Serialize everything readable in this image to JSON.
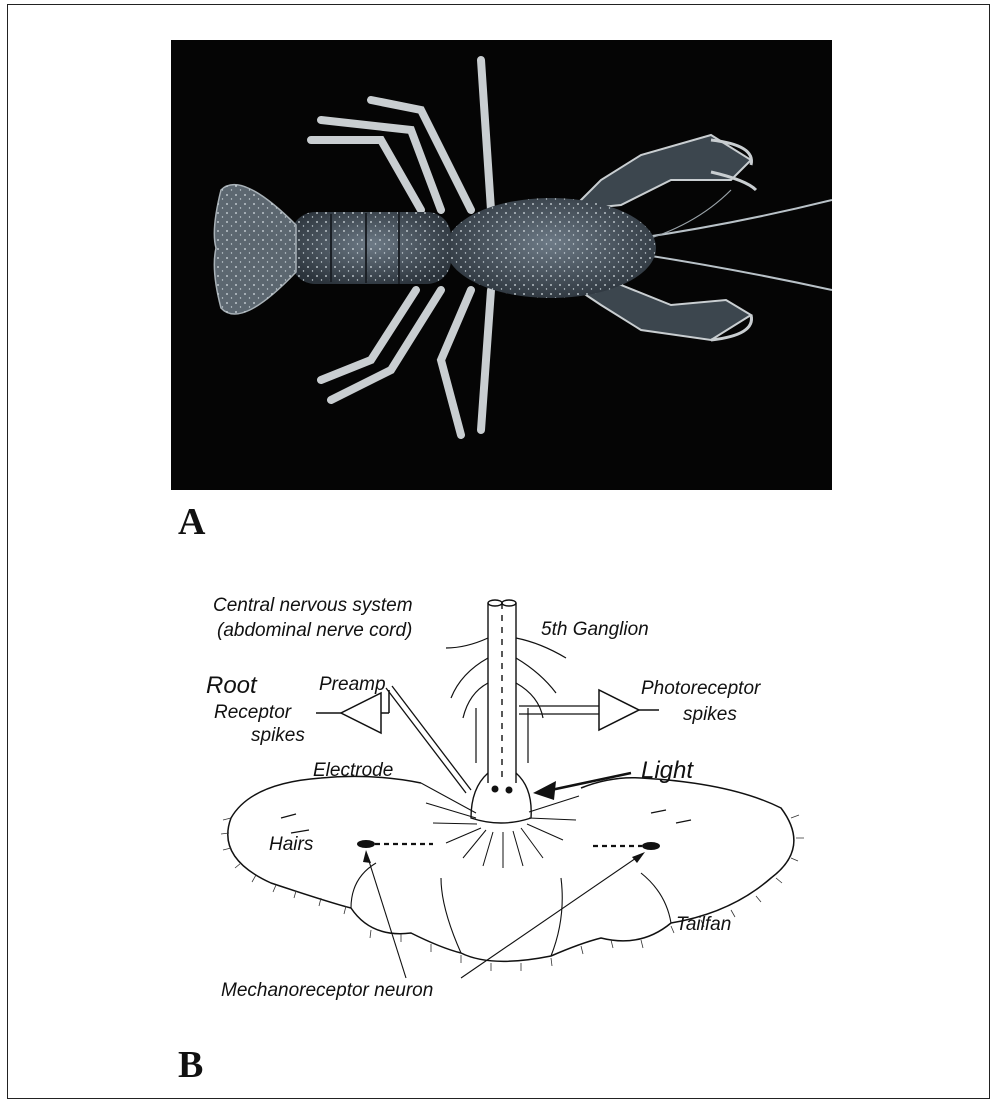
{
  "panels": {
    "a_letter": "A",
    "b_letter": "B"
  },
  "diagram_labels": {
    "cns_line1": "Central nervous system",
    "cns_line2": "(abdominal nerve cord)",
    "ganglion": "5th Ganglion",
    "root": "Root",
    "preamp": "Preamp",
    "receptor_line1": "Receptor",
    "receptor_line2": "spikes",
    "photo_line1": "Photoreceptor",
    "photo_line2": "spikes",
    "electrode": "Electrode",
    "light": "Light",
    "hairs": "Hairs",
    "tailfan": "Tailfan",
    "mechano": "Mechanoreceptor neuron"
  },
  "colors": {
    "photo_background": "#050505",
    "ink": "#111111"
  }
}
